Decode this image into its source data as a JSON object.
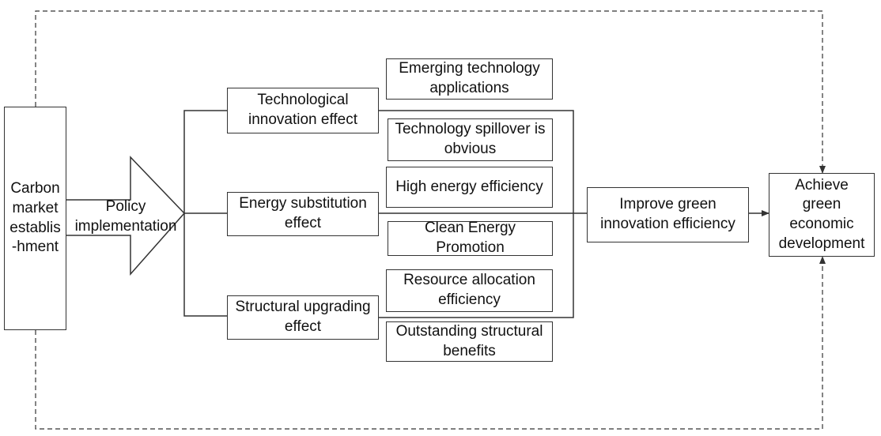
{
  "diagram": {
    "nodes": {
      "carbon_market": "Carbon\nmarket\nestablis\n-hment",
      "policy": "Policy\nimplementation",
      "tech_effect": "Technological\ninnovation effect",
      "energy_effect": "Energy substitution\neffect",
      "struct_effect": "Structural upgrading\neffect",
      "emerging_tech": "Emerging technology\napplications",
      "tech_spill": "Technology spillover is\nobvious",
      "high_energy": "High energy efficiency",
      "clean_energy": "Clean Energy\nPromotion",
      "resource_alloc": "Resource allocation\nefficiency",
      "outstanding": "Outstanding structural\nbenefits",
      "improve_green": "Improve green\ninnovation efficiency",
      "achieve_green": "Achieve\ngreen\neconomic\ndevelopment"
    },
    "colors": {
      "stroke": "#333333",
      "text": "#111111",
      "background": "#ffffff"
    }
  }
}
